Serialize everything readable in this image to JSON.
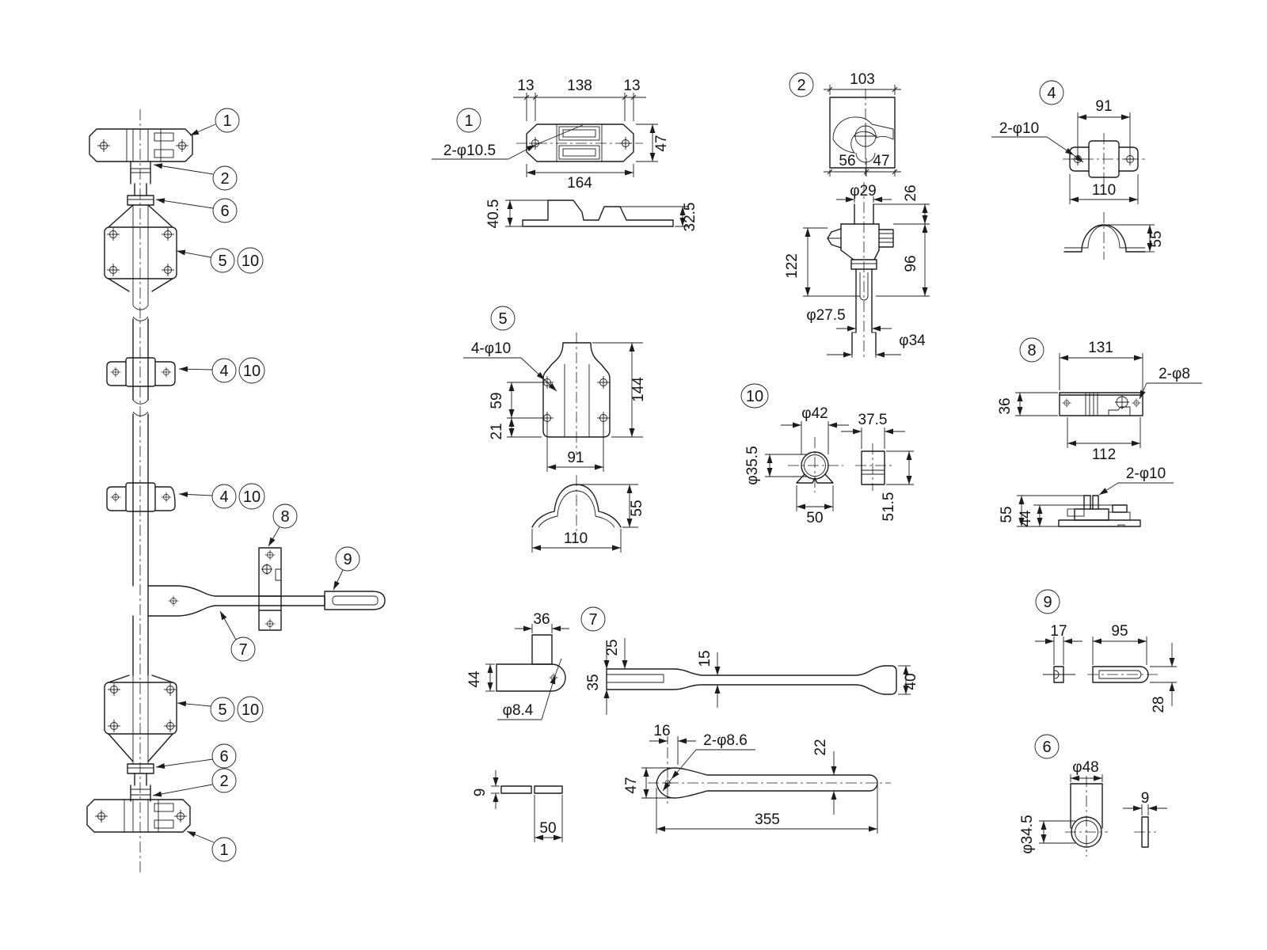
{
  "assembly": {
    "balloons": [
      "1",
      "2",
      "6",
      "5",
      "10",
      "4",
      "10",
      "4",
      "10",
      "8",
      "9",
      "7",
      "5",
      "10",
      "6",
      "2",
      "1"
    ]
  },
  "parts": {
    "p1": {
      "num": "1",
      "d13a": "13",
      "d138": "138",
      "d13b": "13",
      "d47": "47",
      "d164": "164",
      "holes": "2-φ10.5",
      "d40_5": "40.5",
      "d32_5": "32.5"
    },
    "p2": {
      "num": "2",
      "d103": "103",
      "d56": "56",
      "d47": "47",
      "d29": "φ29",
      "d26": "26",
      "d122": "122",
      "d96": "96",
      "d27_5": "φ27.5",
      "d34": "φ34"
    },
    "p4": {
      "num": "4",
      "d91": "91",
      "holes": "2-φ10",
      "d110": "110",
      "d55": "55"
    },
    "p5": {
      "num": "5",
      "holes": "4-φ10",
      "d144": "144",
      "d59": "59",
      "d21": "21",
      "d91": "91",
      "d55": "55",
      "d110": "110"
    },
    "p6": {
      "num": "6",
      "d48": "φ48",
      "d34_5": "φ34.5",
      "d9": "9"
    },
    "p7": {
      "num": "7",
      "d36": "36",
      "d44": "44",
      "d8_4": "φ8.4",
      "d25": "25",
      "d35": "35",
      "d15": "15",
      "d40": "40",
      "d9": "9",
      "d50": "50",
      "d16": "16",
      "holes": "2-φ8.6",
      "d22": "22",
      "d47": "47",
      "d355": "355"
    },
    "p8": {
      "num": "8",
      "d131": "131",
      "holesA": "2-φ8",
      "d36": "36",
      "d112": "112",
      "holesB": "2-φ10",
      "d55": "55",
      "d44": "44"
    },
    "p9": {
      "num": "9",
      "d17": "17",
      "d95": "95",
      "d28": "28"
    },
    "p10": {
      "num": "10",
      "d42": "φ42",
      "d35_5": "φ35.5",
      "d50": "50",
      "d37_5": "37.5",
      "d51_5": "51.5"
    }
  }
}
